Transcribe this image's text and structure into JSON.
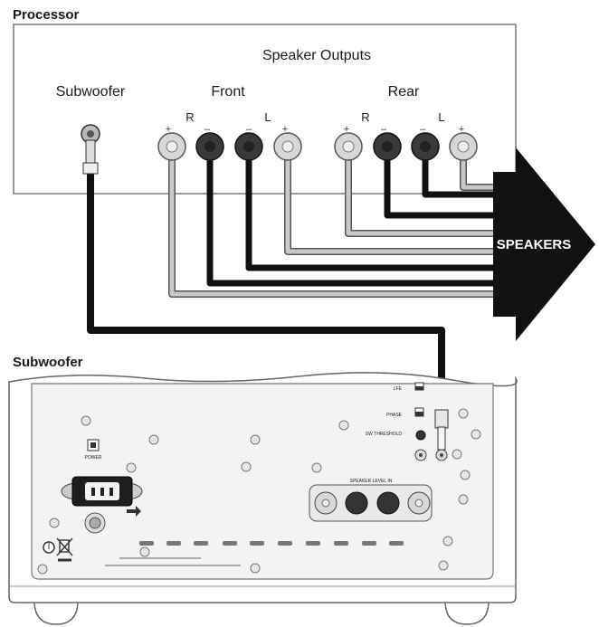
{
  "processor": {
    "title": "Processor",
    "outputs_heading": "Speaker Outputs",
    "subwoofer_label": "Subwoofer",
    "front_label": "Front",
    "rear_label": "Rear",
    "front_r": "R",
    "front_l": "L",
    "rear_r": "R",
    "rear_l": "L"
  },
  "arrow": {
    "label": "SPEAKERS"
  },
  "subwoofer": {
    "title": "Subwoofer",
    "panel_power": "POWER",
    "panel_speaker_level_in": "SPEAKER LEVEL IN",
    "panel_sw_line": "SW THRESHOLD",
    "panel_line1": "LFE",
    "panel_line2": "PHASE"
  },
  "colors": {
    "light_terminal": "#d7d7d7",
    "dark_terminal": "#3a3a3a",
    "light_wire": "#9a9a9a",
    "dark_wire": "#111111",
    "arrow": "#111111"
  }
}
